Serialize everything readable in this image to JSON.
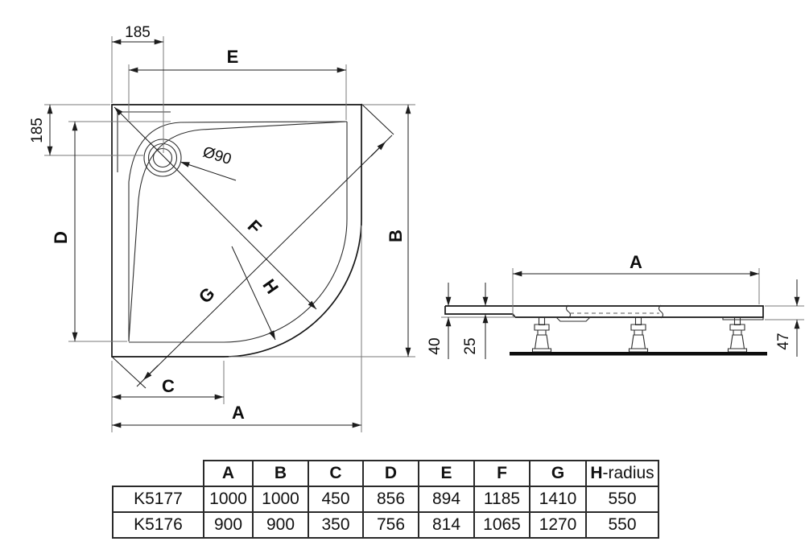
{
  "plan": {
    "dim_offset_top": "185",
    "dim_offset_left": "185",
    "dim_e": "E",
    "dim_d": "D",
    "dim_b": "B",
    "dim_c": "C",
    "dim_a": "A",
    "dim_f": "F",
    "dim_g": "G",
    "dim_h": "H",
    "drain_diameter": "Ø90"
  },
  "side": {
    "dim_a": "A",
    "dim_height_edge": "40",
    "dim_height_lip": "25",
    "dim_clearance": "47"
  },
  "table": {
    "headers": [
      "A",
      "B",
      "C",
      "D",
      "E",
      "F",
      "G"
    ],
    "h_radius_bold": "H",
    "h_radius_suffix": "-radius",
    "rows": [
      {
        "model": "K5177",
        "values": [
          "1000",
          "1000",
          "450",
          "856",
          "894",
          "1185",
          "1410",
          "550"
        ]
      },
      {
        "model": "K5176",
        "values": [
          "900",
          "900",
          "350",
          "756",
          "814",
          "1065",
          "1270",
          "550"
        ]
      }
    ]
  },
  "colors": {
    "line": "#1c1c1c",
    "extension": "#7a7a7a",
    "floor": "#0d0d0d"
  }
}
